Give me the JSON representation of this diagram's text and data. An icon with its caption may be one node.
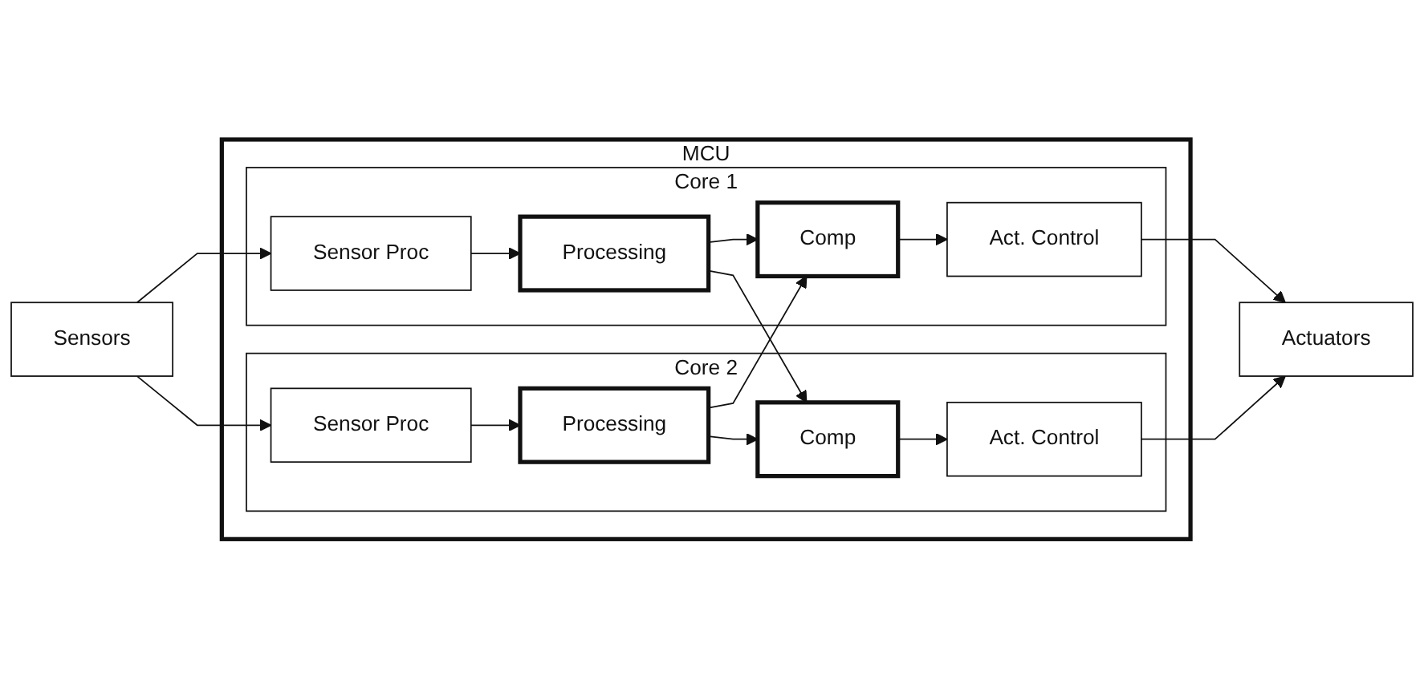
{
  "diagram": {
    "nodes": [
      {
        "text": [
          "Sensors"
        ]
      },
      {
        "text": [
          "MCU"
        ]
      },
      {
        "text": [
          "Core 1"
        ],
        "in": 1
      },
      {
        "text": [
          "Sensor Proc"
        ],
        "in": 2
      },
      {
        "text": [
          "Processing"
        ],
        "in": 2
      },
      {
        "text": [
          "Comp"
        ],
        "in": 2
      },
      {
        "text": [
          "Act. Control"
        ],
        "in": 2
      },
      {
        "text": [
          "Core 2"
        ],
        "in": 1
      },
      {
        "text": [
          "Sensor Proc"
        ],
        "in": 7
      },
      {
        "text": [
          "Processing"
        ],
        "in": 7
      },
      {
        "text": [
          "Comp"
        ],
        "in": 7
      },
      {
        "text": [
          "Act. Control"
        ],
        "in": 7
      },
      {
        "text": [
          "Actuators"
        ]
      }
    ],
    "edges": [
      {
        "from": 0,
        "to": 3,
        "arrow": "to"
      },
      {
        "from": 3,
        "to": 4,
        "arrow": "to"
      },
      {
        "from": 4,
        "to": 5,
        "arrow": "to"
      },
      {
        "from": 5,
        "to": 6,
        "arrow": "to"
      },
      {
        "from": 6,
        "to": 12,
        "arrow": "to"
      },
      {
        "from": 0,
        "to": 8,
        "arrow": "to"
      },
      {
        "from": 8,
        "to": 9,
        "arrow": "to"
      },
      {
        "from": 9,
        "to": 10,
        "arrow": "to"
      },
      {
        "from": 10,
        "to": 11,
        "arrow": "to"
      },
      {
        "from": 11,
        "to": 12,
        "arrow": "to"
      },
      {
        "from": 4,
        "to": 10,
        "arrow": "to"
      },
      {
        "from": 9,
        "to": 5,
        "arrow": "to"
      }
    ]
  }
}
